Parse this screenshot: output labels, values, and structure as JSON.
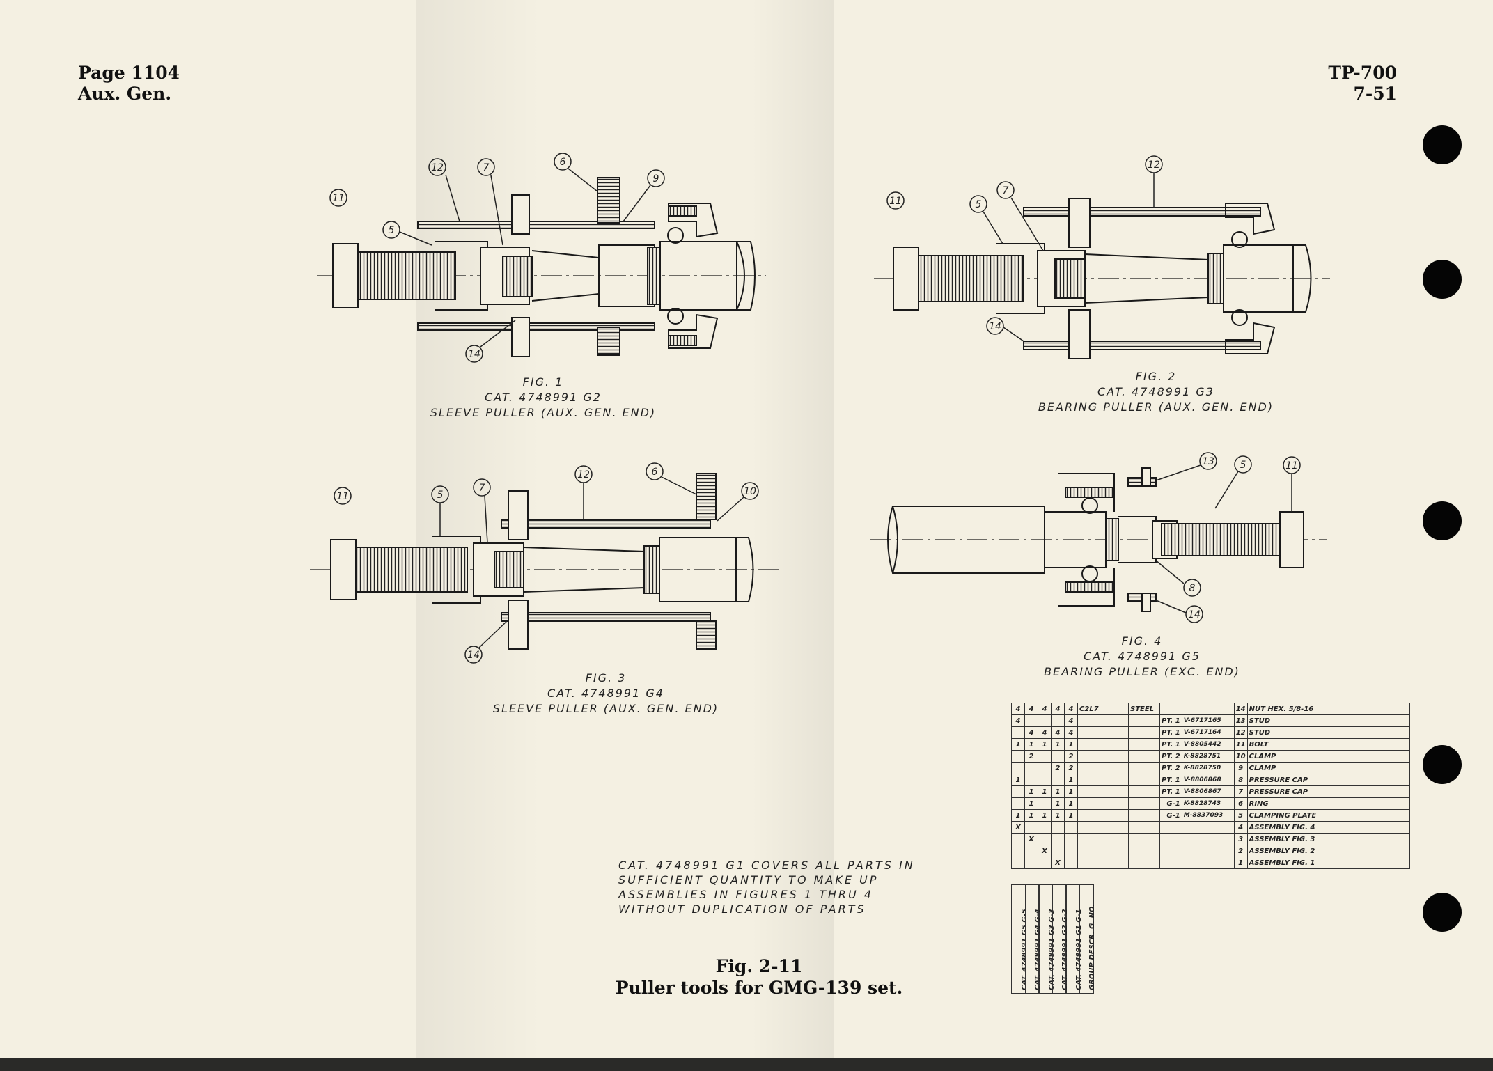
{
  "header": {
    "left_line1": "Page 1104",
    "left_line2": "Aux. Gen.",
    "right_line1": "TP-700",
    "right_line2": "7-51"
  },
  "figures": [
    {
      "title": "FIG. 1",
      "cat": "CAT. 4748991 G2",
      "desc": "SLEEVE PULLER (AUX. GEN. END)",
      "callouts": [
        "11",
        "12",
        "7",
        "6",
        "9",
        "5",
        "14"
      ]
    },
    {
      "title": "FIG. 2",
      "cat": "CAT. 4748991 G3",
      "desc": "BEARING PULLER (AUX. GEN. END)",
      "callouts": [
        "11",
        "5",
        "7",
        "12",
        "14"
      ]
    },
    {
      "title": "FIG. 3",
      "cat": "CAT. 4748991 G4",
      "desc": "SLEEVE PULLER (AUX. GEN. END)",
      "callouts": [
        "11",
        "5",
        "7",
        "12",
        "6",
        "10",
        "14"
      ]
    },
    {
      "title": "FIG. 4",
      "cat": "CAT. 4748991 G5",
      "desc": "BEARING PULLER (EXC. END)",
      "callouts": [
        "13",
        "5",
        "11",
        "8",
        "14"
      ]
    }
  ],
  "note": [
    "CAT. 4748991 G1 COVERS ALL PARTS IN",
    "SUFFICIENT QUANTITY TO MAKE UP",
    "ASSEMBLIES IN FIGURES 1 THRU 4",
    "WITHOUT DUPLICATION OF PARTS"
  ],
  "caption": {
    "line1": "Fig. 2-11",
    "line2": "Puller tools for GMG-139 set."
  },
  "parts_list": {
    "rows": [
      {
        "q": [
          "4",
          "4",
          "4",
          "4",
          "4"
        ],
        "mat": "C2L7",
        "ref": "STEEL",
        "pt": "",
        "cat": "",
        "no": "14",
        "desc": "NUT HEX. 5/8-16"
      },
      {
        "q": [
          "4",
          "",
          "",
          "",
          "4"
        ],
        "mat": "",
        "ref": "",
        "pt": "PT. 1",
        "cat": "V-6717165",
        "no": "13",
        "desc": "STUD"
      },
      {
        "q": [
          "",
          "4",
          "4",
          "4",
          "4"
        ],
        "mat": "",
        "ref": "",
        "pt": "PT. 1",
        "cat": "V-6717164",
        "no": "12",
        "desc": "STUD"
      },
      {
        "q": [
          "1",
          "1",
          "1",
          "1",
          "1"
        ],
        "mat": "",
        "ref": "",
        "pt": "PT. 1",
        "cat": "V-8805442",
        "no": "11",
        "desc": "BOLT"
      },
      {
        "q": [
          "",
          "2",
          "",
          "",
          "2"
        ],
        "mat": "",
        "ref": "",
        "pt": "PT. 2",
        "cat": "K-8828751",
        "no": "10",
        "desc": "CLAMP"
      },
      {
        "q": [
          "",
          "",
          "",
          "2",
          "2"
        ],
        "mat": "",
        "ref": "",
        "pt": "PT. 2",
        "cat": "K-8828750",
        "no": "9",
        "desc": "CLAMP"
      },
      {
        "q": [
          "1",
          "",
          "",
          "",
          "1"
        ],
        "mat": "",
        "ref": "",
        "pt": "PT. 1",
        "cat": "V-8806868",
        "no": "8",
        "desc": "PRESSURE CAP"
      },
      {
        "q": [
          "",
          "1",
          "1",
          "1",
          "1"
        ],
        "mat": "",
        "ref": "",
        "pt": "PT. 1",
        "cat": "V-8806867",
        "no": "7",
        "desc": "PRESSURE CAP"
      },
      {
        "q": [
          "",
          "1",
          "",
          "1",
          "1"
        ],
        "mat": "",
        "ref": "",
        "pt": "G-1",
        "cat": "K-8828743",
        "no": "6",
        "desc": "RING"
      },
      {
        "q": [
          "1",
          "1",
          "1",
          "1",
          "1"
        ],
        "mat": "",
        "ref": "",
        "pt": "G-1",
        "cat": "M-8837093",
        "no": "5",
        "desc": "CLAMPING PLATE"
      },
      {
        "q": [
          "X",
          "",
          "",
          "",
          ""
        ],
        "mat": "",
        "ref": "",
        "pt": "",
        "cat": "",
        "no": "4",
        "desc": "ASSEMBLY FIG. 4"
      },
      {
        "q": [
          "",
          "X",
          "",
          "",
          ""
        ],
        "mat": "",
        "ref": "",
        "pt": "",
        "cat": "",
        "no": "3",
        "desc": "ASSEMBLY FIG. 3"
      },
      {
        "q": [
          "",
          "",
          "X",
          "",
          ""
        ],
        "mat": "",
        "ref": "",
        "pt": "",
        "cat": "",
        "no": "2",
        "desc": "ASSEMBLY FIG. 2"
      },
      {
        "q": [
          "",
          "",
          "",
          "X",
          ""
        ],
        "mat": "",
        "ref": "",
        "pt": "",
        "cat": "",
        "no": "1",
        "desc": "ASSEMBLY FIG. 1"
      }
    ],
    "group_codes": [
      "G-5",
      "G-4",
      "G-3",
      "G-2",
      "G-1",
      "G. NO."
    ],
    "group_cats": [
      "CAT. 4748991 G5",
      "CAT. 4748991 G4",
      "CAT. 4748991 G3",
      "CAT. 4748991 G2",
      "CAT. 4748991 G1",
      "GROUP DESCR."
    ]
  }
}
